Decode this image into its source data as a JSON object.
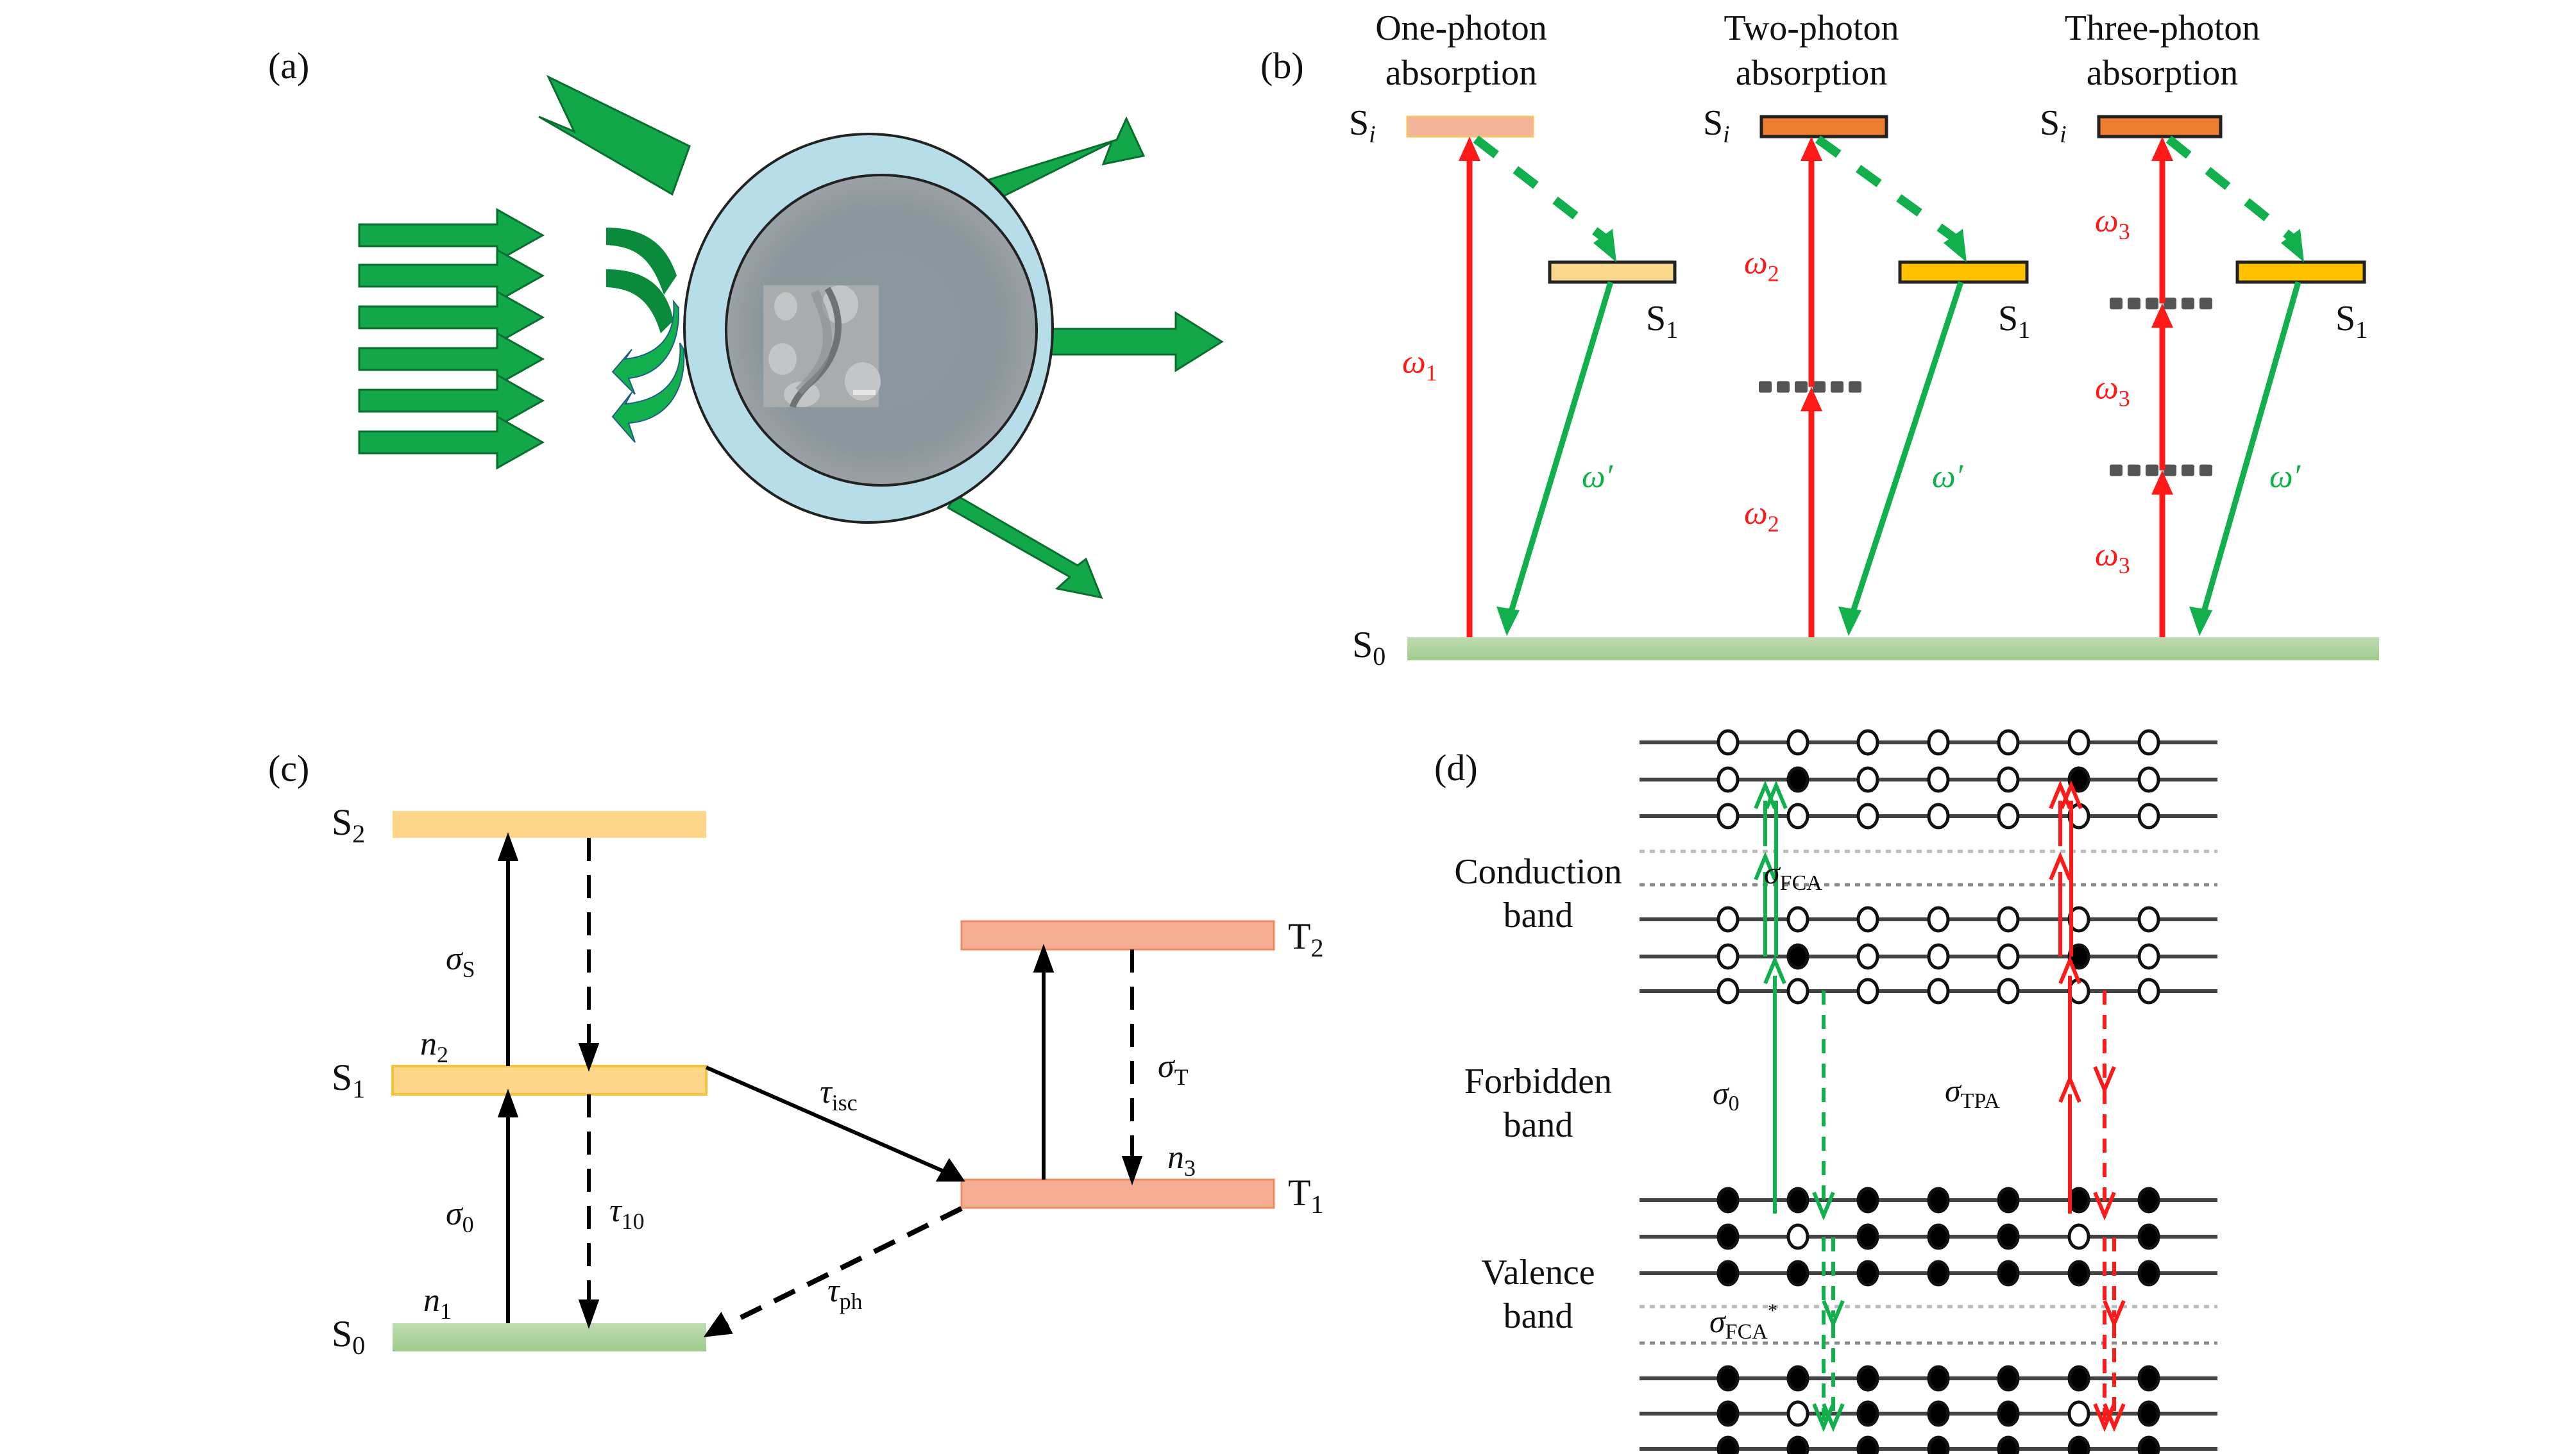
{
  "panels": {
    "a": {
      "label": "(a)",
      "description": "Nanoparticle sphere with incident green arrows, curved reflected arrows and scattered arrows",
      "colors": {
        "arrow": "#12a84a",
        "arrow_dark": "#0b8a3c",
        "shell": "#b7dde8",
        "core": "#8e9aa0"
      }
    },
    "b": {
      "label": "(b)",
      "columns": [
        {
          "title_line1": "One-photon",
          "title_line2": "absorption",
          "upper_level": "S",
          "upper_sub": "i",
          "s1_label": "S",
          "s1_sub": "1",
          "photon_symbol": "ω",
          "photon_sub": "1",
          "photon_count": 1,
          "emission": "ω′"
        },
        {
          "title_line1": "Two-photon",
          "title_line2": "absorption",
          "upper_level": "S",
          "upper_sub": "i",
          "s1_label": "S",
          "s1_sub": "1",
          "photon_symbol": "ω",
          "photon_sub": "2",
          "photon_count": 2,
          "emission": "ω′"
        },
        {
          "title_line1": "Three-photon",
          "title_line2": "absorption",
          "upper_level": "S",
          "upper_sub": "i",
          "s1_label": "S",
          "s1_sub": "1",
          "photon_symbol": "ω",
          "photon_sub": "3",
          "photon_count": 3,
          "emission": "ω′"
        }
      ],
      "ground_label": "S",
      "ground_sub": "0",
      "colors": {
        "absorption": "#ff1a1a",
        "emission": "#12b04c",
        "si_first": "#f4b49a",
        "si": "#ed7d31",
        "s1_first": "#fcd88e",
        "s1": "#ffc000",
        "ground": "#a9d39a"
      }
    },
    "c": {
      "label": "(c)",
      "levels": {
        "S2": {
          "name": "S",
          "sub": "2"
        },
        "S1": {
          "name": "S",
          "sub": "1",
          "population": "n",
          "population_sub": "2"
        },
        "S0": {
          "name": "S",
          "sub": "0",
          "population": "n",
          "population_sub": "1"
        },
        "T2": {
          "name": "T",
          "sub": "2"
        },
        "T1": {
          "name": "T",
          "sub": "1",
          "population": "n",
          "population_sub": "3"
        }
      },
      "transitions": {
        "sigma_s": {
          "symbol": "σ",
          "sub": "S"
        },
        "sigma_0": {
          "symbol": "σ",
          "sub": "0"
        },
        "tau_10": {
          "symbol": "τ",
          "sub": "10"
        },
        "tau_isc": {
          "symbol": "τ",
          "sub": "isc"
        },
        "sigma_t": {
          "symbol": "σ",
          "sub": "T"
        },
        "tau_ph": {
          "symbol": "τ",
          "sub": "ph"
        }
      },
      "colors": {
        "singlet": "#fdd68a",
        "singlet_edge": "#f7c23a",
        "triplet": "#f4ad93",
        "triplet_edge": "#ee8d63",
        "ground": "#a9d39a"
      }
    },
    "d": {
      "label": "(d)",
      "bands": [
        {
          "line1": "Conduction",
          "line2": "band"
        },
        {
          "line1": "Forbidden",
          "line2": "band"
        },
        {
          "line1": "Valence",
          "line2": "band"
        }
      ],
      "labels": {
        "sigma_fca": {
          "symbol": "σ",
          "sub": "FCA"
        },
        "sigma_0": {
          "symbol": "σ",
          "sub": "0"
        },
        "sigma_tpa": {
          "symbol": "σ",
          "sub": "TPA"
        },
        "sigma_fca_star": {
          "symbol": "σ",
          "sub": "FCA",
          "sup": "*"
        }
      },
      "conduction_rows": [
        [
          0,
          0,
          0,
          0,
          0,
          0,
          0
        ],
        [
          0,
          1,
          0,
          0,
          0,
          1,
          0
        ],
        [
          0,
          0,
          0,
          0,
          0,
          0,
          0
        ],
        [
          0,
          0,
          0,
          0,
          0,
          0,
          0
        ],
        [
          0,
          1,
          0,
          0,
          0,
          1,
          0
        ],
        [
          0,
          0,
          0,
          0,
          0,
          0,
          0
        ]
      ],
      "valence_rows": [
        [
          1,
          1,
          1,
          1,
          1,
          1,
          1
        ],
        [
          1,
          0,
          1,
          1,
          1,
          0,
          1
        ],
        [
          1,
          1,
          1,
          1,
          1,
          1,
          1
        ],
        [
          1,
          1,
          1,
          1,
          1,
          1,
          1
        ],
        [
          1,
          0,
          1,
          1,
          1,
          0,
          1
        ],
        [
          1,
          1,
          1,
          1,
          1,
          1,
          1
        ]
      ],
      "colors": {
        "green": "#12b04c",
        "red": "#ff1a1a",
        "line": "#444444"
      }
    }
  }
}
